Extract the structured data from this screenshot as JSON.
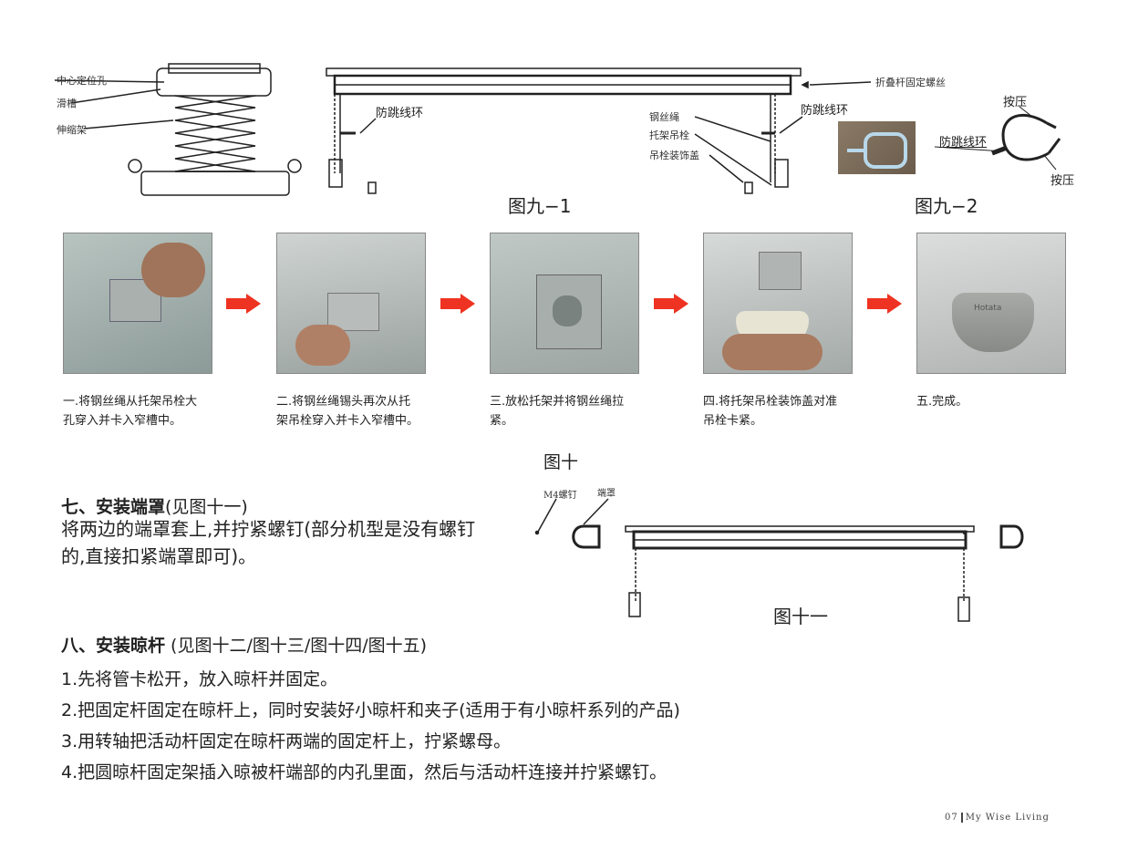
{
  "fig9_1": {
    "labels": {
      "center_hole": "中心定位孔",
      "slide_groove": "滑槽",
      "telescopic_frame": "伸缩架",
      "anti_jump_ring_left": "防跳线环",
      "anti_jump_ring_right": "防跳线环",
      "steel_wire": "钢丝绳",
      "bracket_bolt": "托架吊栓",
      "bolt_cover": "吊栓装饰盖",
      "fold_rod_screw": "折叠杆固定螺丝"
    },
    "caption": "图九−1"
  },
  "fig9_2": {
    "labels": {
      "press_top": "按压",
      "press_bottom": "按压",
      "anti_jump_ring": "防跳线环"
    },
    "caption": "图九−2"
  },
  "fig10": {
    "steps": [
      "一.将钢丝绳从托架吊栓大孔穿入并卡入窄槽中。",
      "二.将钢丝绳锡头再次从托架吊栓穿入并卡入窄槽中。",
      "三.放松托架并将钢丝绳拉紧。",
      "四.将托架吊栓装饰盖对准吊栓卡紧。",
      "五.完成。"
    ],
    "caption": "图十",
    "brand_on_cap": "Hotata",
    "arrow_color": "#ee3322"
  },
  "section7": {
    "title": "七、安装端罩",
    "ref": "(见图十一)",
    "body": "将两边的端罩套上,并拧紧螺钉(部分机型是没有螺钉的,直接扣紧端罩即可)。"
  },
  "fig11": {
    "labels": {
      "screw": "M4螺钉",
      "end_cap": "端罩"
    },
    "caption": "图十一"
  },
  "section8": {
    "title": "八、安装晾杆",
    "ref": " (见图十二/图十三/图十四/图十五)",
    "lines": [
      "1.先将管卡松开，放入晾杆并固定。",
      "2.把固定杆固定在晾杆上，同时安装好小晾杆和夹子(适用于有小晾杆系列的产品)",
      "3.用转轴把活动杆固定在晾杆两端的固定杆上，拧紧螺母。",
      "4.把圆晾杆固定架插入晾被杆端部的内孔里面，然后与活动杆连接并拧紧螺钉。"
    ]
  },
  "footer": {
    "page": "07",
    "brand": "My Wise Living"
  }
}
